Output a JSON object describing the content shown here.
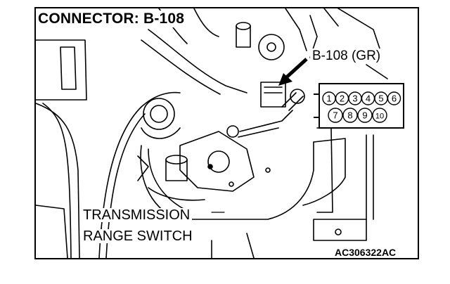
{
  "diagram": {
    "title": "CONNECTOR: B-108",
    "connector_label": "B-108 (GR)",
    "component_label_line1": "TRANSMISSION",
    "component_label_line2": "RANGE SWITCH",
    "figure_code": "AC306322AC",
    "connector_pins": {
      "top_row": [
        "1",
        "2",
        "3",
        "4",
        "5",
        "6"
      ],
      "bottom_row": [
        "7",
        "8",
        "9",
        "10"
      ]
    }
  }
}
